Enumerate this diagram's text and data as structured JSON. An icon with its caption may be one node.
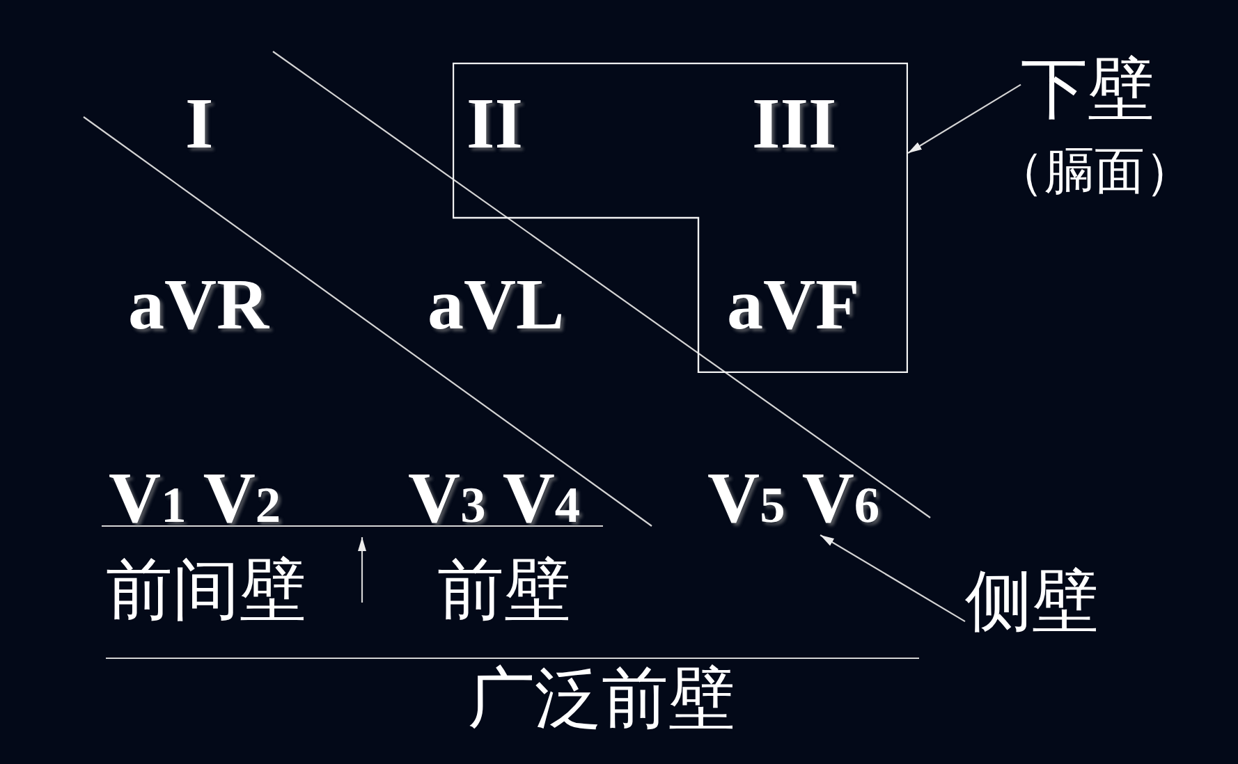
{
  "diagram": {
    "nodes": [
      {
        "text": [
          "II",
          "III",
          "aVF"
        ]
      },
      {
        "text": [
          "下壁"
        ],
        "beside": [
          "（膈面）"
        ]
      },
      {
        "text": [
          "V$_{5}$ V$_{6}$"
        ]
      },
      {
        "text": [
          "侧壁"
        ]
      }
    ],
    "edges": [
      {
        "from": 1,
        "to": 0,
        "arrow": "to"
      },
      {
        "from": 3,
        "to": 2,
        "arrow": "to"
      }
    ],
    "labels": [
      "I",
      "aVR",
      "aVL",
      "V$_{1}$ V$_{2}$",
      "V$_{3}$ V$_{4}$",
      "前间壁",
      "前壁",
      "广泛前壁"
    ]
  }
}
